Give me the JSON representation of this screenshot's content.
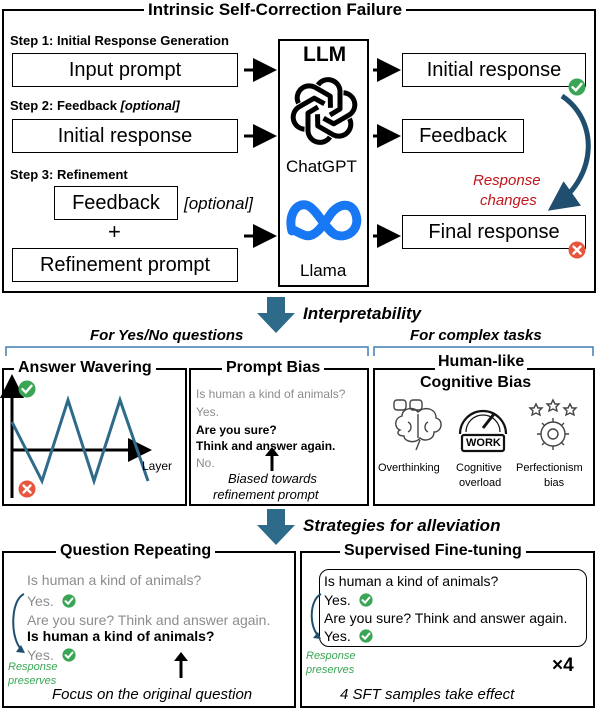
{
  "title": "Intrinsic Self-Correction Failure",
  "steps": {
    "step1": "Step 1: Initial Response Generation",
    "step2": "Step 2: Feedback ",
    "step2_optional": "[optional]",
    "step3": "Step 3: Refinement"
  },
  "inputs": {
    "input_prompt": "Input prompt",
    "initial_response": "Initial response",
    "feedback": "Feedback",
    "optional": "[optional]",
    "plus": "+",
    "refinement_prompt": "Refinement prompt"
  },
  "llm": {
    "label": "LLM",
    "chatgpt": "ChatGPT",
    "llama": "Llama"
  },
  "outputs": {
    "initial_response": "Initial response",
    "feedback": "Feedback",
    "final_response": "Final response",
    "response_changes_1": "Response",
    "response_changes_2": "changes"
  },
  "interpretability": {
    "label": "Interpretability",
    "yes_no": "For Yes/No questions",
    "complex": "For complex tasks",
    "answer_wavering": "Answer Wavering",
    "layer": "Layer",
    "prompt_bias": "Prompt Bias",
    "pb_q": "Is human a kind of animals?",
    "pb_yes": "Yes.",
    "pb_sure": "Are you sure?",
    "pb_think": "Think and answer again.",
    "pb_no": "No.",
    "pb_note_1": "Biased towards",
    "pb_note_2": "refinement prompt",
    "cognitive_title_1": "Human-like",
    "cognitive_title_2": "Cognitive Bias",
    "overthinking": "Overthinking",
    "cognitive_overload_1": "Cognitive",
    "cognitive_overload_2": "overload",
    "work": "WORK",
    "perfectionism_1": "Perfectionism",
    "perfectionism_2": "bias"
  },
  "strategies": {
    "label": "Strategies for alleviation",
    "question_repeating": "Question Repeating",
    "qr_q": "Is human a kind of animals?",
    "qr_yes1": "Yes.",
    "qr_sure": "Are you sure? Think and answer again.",
    "qr_q2": "Is human a kind of animals?",
    "qr_yes2": "Yes.",
    "qr_preserves_1": "Response",
    "qr_preserves_2": "preserves",
    "qr_note": "Focus on the original question",
    "sft": "Supervised Fine-tuning",
    "sft_q": "Is human a kind of animals?",
    "sft_yes1": "Yes.",
    "sft_sure": "Are you sure? Think and answer again.",
    "sft_yes2": "Yes.",
    "sft_preserves_1": "Response",
    "sft_preserves_2": "preserves",
    "sft_times": "×4",
    "sft_note": "4 SFT samples take effect"
  },
  "colors": {
    "green": "#3aa655",
    "red": "#e8553d",
    "dark_red": "#c0161c",
    "navy": "#1f4e6e",
    "teal": "#2e6a8a",
    "blue_bracket": "#3f7fb5",
    "meta_blue": "#1877f2",
    "gray": "#8c8c8c"
  },
  "icons": [
    "openai-logo-icon",
    "meta-logo-icon",
    "check-icon",
    "cross-icon",
    "brain-icon",
    "gauge-icon",
    "gear-icon"
  ]
}
